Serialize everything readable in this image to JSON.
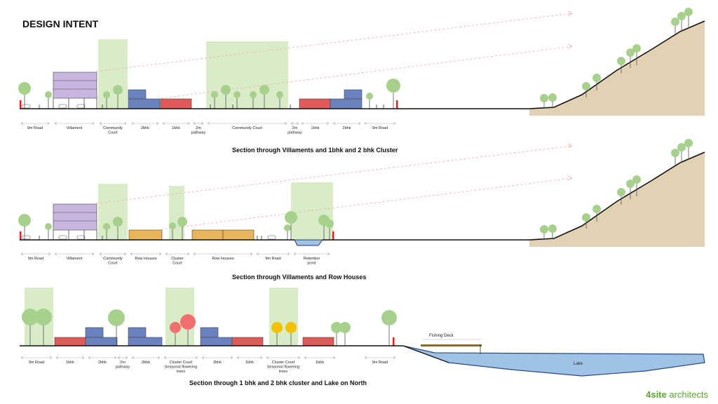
{
  "title": "DESIGN INTENT",
  "brand": {
    "bold": "4site",
    "rest": " architects"
  },
  "sections": [
    {
      "caption": "Section through Villaments and 1bhk and 2 bhk Cluster",
      "labels": [
        "9m Road",
        "Villament",
        "Community\nCourt",
        "2bhk",
        "1bhk",
        "2m\npathway",
        "Community Court",
        "2m\npathway",
        "1bhk",
        "2bhk",
        "9m Road"
      ]
    },
    {
      "caption": "Section through Villaments and Row Houses",
      "labels": [
        "9m Road",
        "Villament",
        "Community\nCourt",
        "Row Houses",
        "Cluster\nCourt",
        "Row Houses",
        "9m Road",
        "Retention\npond"
      ]
    },
    {
      "caption": "Section through 1 bhk and 2 bhk cluster and Lake on North",
      "labels": [
        "9m Road",
        "1bhk",
        "2bhk",
        "2m\npathway",
        "2bhk",
        "Cluster Court\nSeasonal flowering\ntrees",
        "2bhk",
        "1bhk",
        "Cluster Court\nSeasonal flowering\ntrees",
        "1bhk",
        "9m Road"
      ],
      "fishing_deck": "Fishing Deck",
      "lake": "Lake"
    }
  ],
  "colors": {
    "court": "#d9ecc8",
    "tree": "#a8d08d",
    "trunk": "#555",
    "bhk1": "#e05a5a",
    "bhk2": "#6a82c0",
    "villament": "#c9b6e0",
    "rowhouse": "#eab45a",
    "hill": "#d9c7a0",
    "water": "#9ec3e6",
    "flower_red": "#f07070",
    "flower_yellow": "#f2c200",
    "sightline": "#f4a8a8"
  }
}
